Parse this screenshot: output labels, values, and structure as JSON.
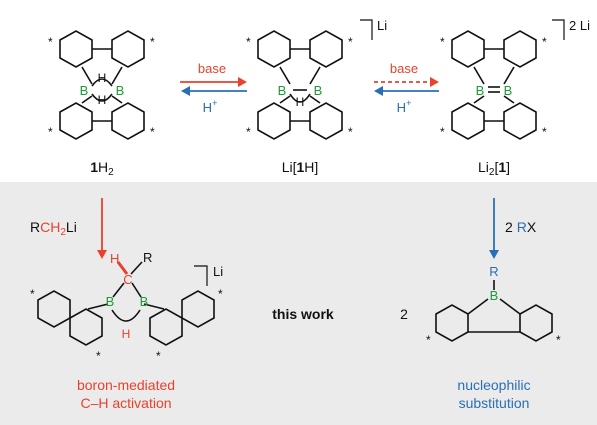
{
  "colors": {
    "black": "#111111",
    "red": "#e8412c",
    "blue": "#2a6fb5",
    "boron": "#1f9a3a",
    "panel": "#ebebeb"
  },
  "labels": {
    "cmpd1h2_num": "1",
    "cmpd1h2_sub": "H",
    "cmpd1h2_sub2": "2",
    "li1h_pre": "Li[",
    "li1h_num": "1",
    "li1h_post": "H]",
    "li21_pre": "Li",
    "li21_sub": "2",
    "li21_br": "[",
    "li21_num": "1",
    "li21_post": "]"
  },
  "arrows": {
    "base1": "base",
    "hplus1": "H",
    "base2": "base",
    "hplus2": "H",
    "plus": "+"
  },
  "counterions": {
    "mid": "Li",
    "right": "2 Li",
    "bottom": "Li"
  },
  "atoms": {
    "B": "B",
    "H": "H",
    "C": "C",
    "R": "R"
  },
  "reagents": {
    "left_R": "R",
    "left_CH2": "CH",
    "left_2": "2",
    "left_Li": "Li",
    "right_2": "2",
    "right_R": "R",
    "right_X": "X"
  },
  "center": {
    "this_work": "this work",
    "coeff": "2"
  },
  "captions": {
    "left_line1": "boron-mediated",
    "left_line2": "C–H activation",
    "right_line1": "nucleophilic",
    "right_line2": "substitution"
  },
  "star": "*"
}
